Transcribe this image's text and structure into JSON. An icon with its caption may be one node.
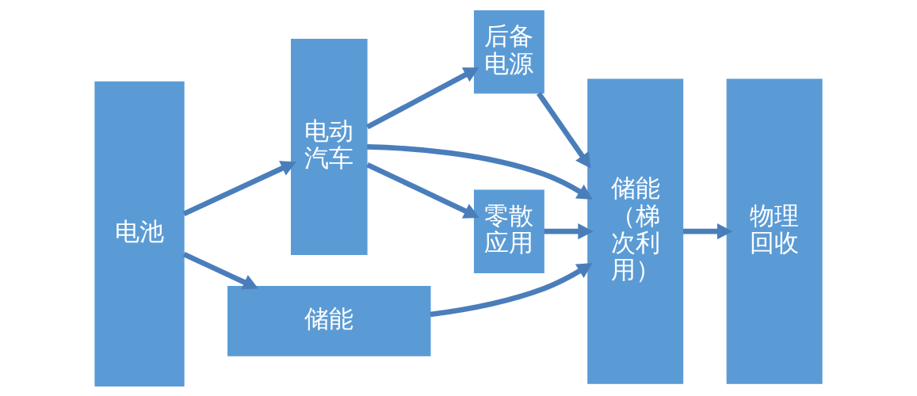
{
  "diagram": {
    "nodes": [
      {
        "text": [
          "电池"
        ]
      },
      {
        "text": [
          "电动汽车"
        ]
      },
      {
        "text": [
          "后备电源"
        ]
      },
      {
        "text": [
          "零散应用"
        ]
      },
      {
        "text": [
          "储能"
        ]
      },
      {
        "text": [
          "储能（梯次利用）"
        ]
      },
      {
        "text": [
          "物理回收"
        ]
      }
    ],
    "edges": [
      {
        "from": 0,
        "to": 1,
        "arrow": "to"
      },
      {
        "from": 0,
        "to": 4,
        "arrow": "to"
      },
      {
        "from": 1,
        "to": 2,
        "arrow": "to"
      },
      {
        "from": 1,
        "to": 5,
        "arrow": "to"
      },
      {
        "from": 1,
        "to": 3,
        "arrow": "to"
      },
      {
        "from": 2,
        "to": 5,
        "arrow": "to"
      },
      {
        "from": 3,
        "to": 5,
        "arrow": "to"
      },
      {
        "from": 4,
        "to": 5,
        "arrow": "to"
      },
      {
        "from": 5,
        "to": 6,
        "arrow": "to"
      }
    ]
  }
}
